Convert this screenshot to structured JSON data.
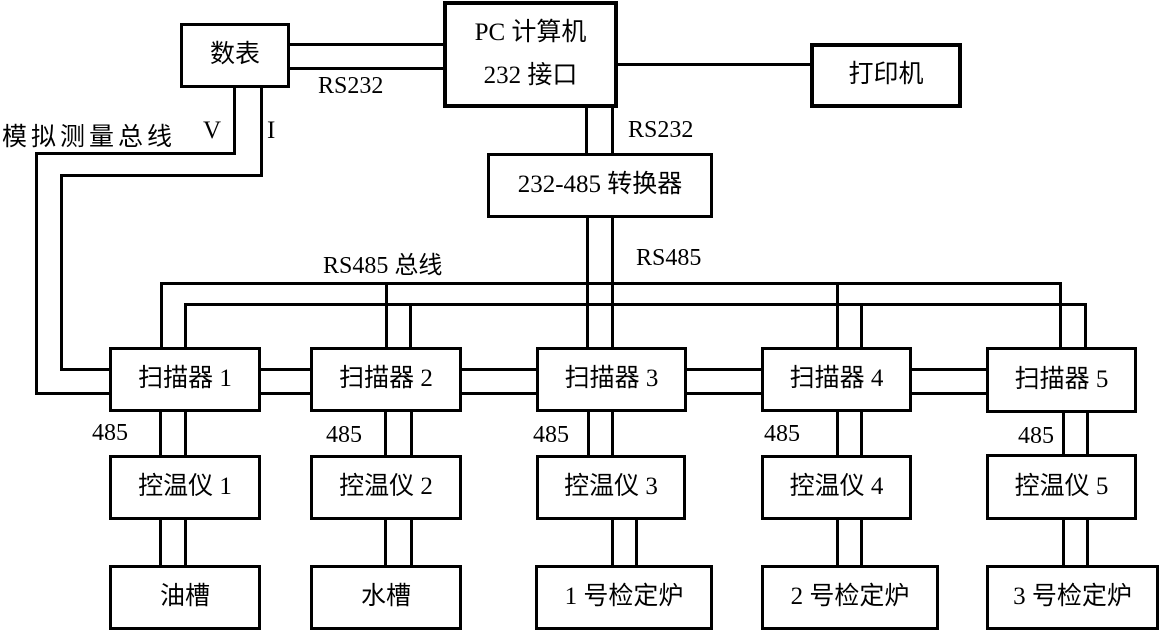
{
  "diagram": {
    "nodes": {
      "meter": "数表",
      "pc_line1": "PC 计算机",
      "pc_line2": "232 接口",
      "printer": "打印机",
      "converter": "232-485 转换器",
      "scanners": [
        "扫描器 1",
        "扫描器 2",
        "扫描器 3",
        "扫描器 4",
        "扫描器 5"
      ],
      "controllers": [
        "控温仪 1",
        "控温仪 2",
        "控温仪 3",
        "控温仪 4",
        "控温仪 5"
      ],
      "loads": [
        "油槽",
        "水槽",
        "1 号检定炉",
        "2 号检定炉",
        "3 号检定炉"
      ]
    },
    "labels": {
      "rs232_top": "RS232",
      "rs232_mid": "RS232",
      "rs485_bus": "RS485 总线",
      "rs485": "RS485",
      "analog_bus": "模拟测量总线",
      "v": "V",
      "i": "I",
      "port485": "485"
    },
    "colors": {
      "line": "#000000",
      "background": "#ffffff"
    }
  }
}
